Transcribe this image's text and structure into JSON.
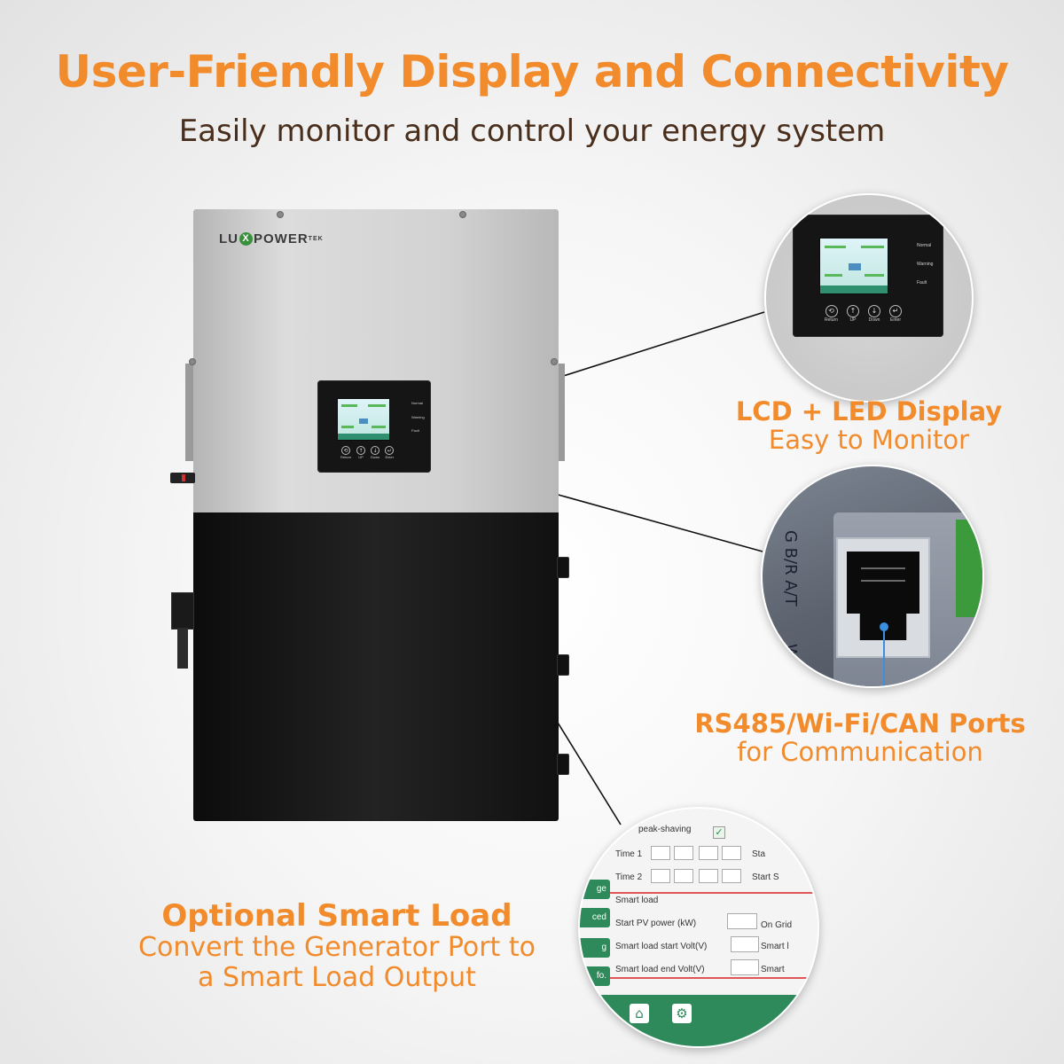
{
  "header": {
    "title": "User-Friendly Display and Connectivity",
    "subtitle": "Easily monitor and control your energy system"
  },
  "colors": {
    "accent": "#f28b2b",
    "subtitle": "#4a2e1c"
  },
  "device": {
    "brand_lu": "LU",
    "brand_x": "X",
    "brand_power": "POWER",
    "brand_tek": "TEK",
    "led_labels": [
      "Normal",
      "Warning",
      "Fault"
    ],
    "buttons": [
      {
        "icon": "return-icon",
        "glyph": "⟲",
        "label": "Return"
      },
      {
        "icon": "up-icon",
        "glyph": "↑",
        "label": "UP"
      },
      {
        "icon": "down-icon",
        "glyph": "↓",
        "label": "Down"
      },
      {
        "icon": "enter-icon",
        "glyph": "↵",
        "label": "Enter"
      }
    ]
  },
  "callouts": {
    "lcd": {
      "heading": "LCD + LED Display",
      "sub": "Easy to Monitor"
    },
    "ports": {
      "heading": "RS485/Wi-Fi/CAN Ports",
      "sub": "for Communication"
    },
    "smart_load": {
      "heading": "Optional Smart Load",
      "sub1": "Convert the Generator Port to",
      "sub2": "a Smart Load Output"
    }
  },
  "port_zoom": {
    "label": "G B/R A/T",
    "label2": "W"
  },
  "software_zoom": {
    "peak_label": "peak-shaving",
    "time1": "Time 1",
    "time2": "Time 2",
    "start_cut1": "Sta",
    "start_cut2": "Start S",
    "section": "Smart load",
    "row1": "Start PV power (kW)",
    "row1_right": "On Grid",
    "row2": "Smart load start Volt(V)",
    "row2_right": "Smart l",
    "row3": "Smart load end Volt(V)",
    "row3_right": "Smart",
    "side_tabs": [
      "ge",
      "ced",
      "g",
      "fo."
    ]
  }
}
